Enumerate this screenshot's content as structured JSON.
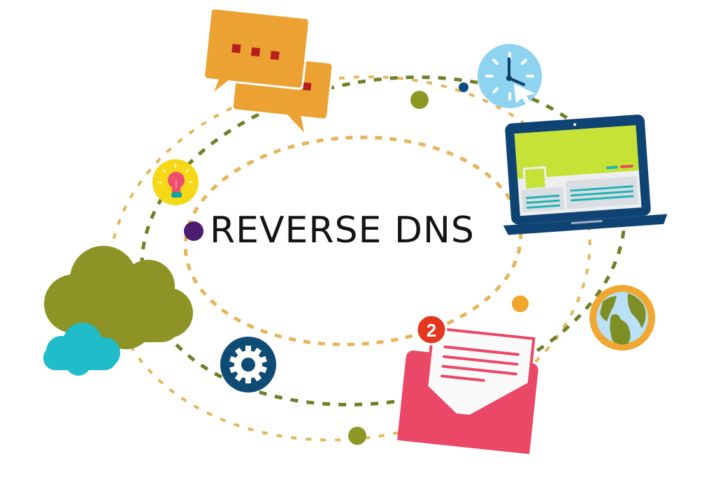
{
  "title": "REVERSE DNS",
  "badge": {
    "count": "2"
  },
  "icons": [
    {
      "name": "chat-bubbles-icon",
      "color": "#EBA232",
      "dot_color": "#B81E1E"
    },
    {
      "name": "clock-cursor-icon",
      "color": "#8ED3EF"
    },
    {
      "name": "laptop-icon",
      "frame": "#0F4374",
      "screen": "#C6E236"
    },
    {
      "name": "lightbulb-icon",
      "bg": "#F5D816",
      "bulb": "#EF4F6E"
    },
    {
      "name": "cloud-icon",
      "colors": [
        "#8D9324",
        "#21BCC9"
      ]
    },
    {
      "name": "gear-icon",
      "bg": "#0F4C75"
    },
    {
      "name": "envelope-icon",
      "color": "#EA4866",
      "badge": "#E5361F"
    },
    {
      "name": "globe-icon",
      "ring": "#F1A832",
      "water": "#B9E0F5",
      "land": "#7D8E25"
    }
  ],
  "orbit_colors": {
    "outer": "#E7B45A",
    "middle": "#6F7F28",
    "inner": "#E7B45A"
  },
  "dots": [
    {
      "name": "olive-dot",
      "color": "#8D9824"
    },
    {
      "name": "navy-dot",
      "color": "#0F4C80"
    },
    {
      "name": "purple-dot",
      "color": "#4E1C6E"
    },
    {
      "name": "orange-dot",
      "color": "#F2A72C"
    },
    {
      "name": "olive-dot-bottom",
      "color": "#8D9824"
    }
  ]
}
